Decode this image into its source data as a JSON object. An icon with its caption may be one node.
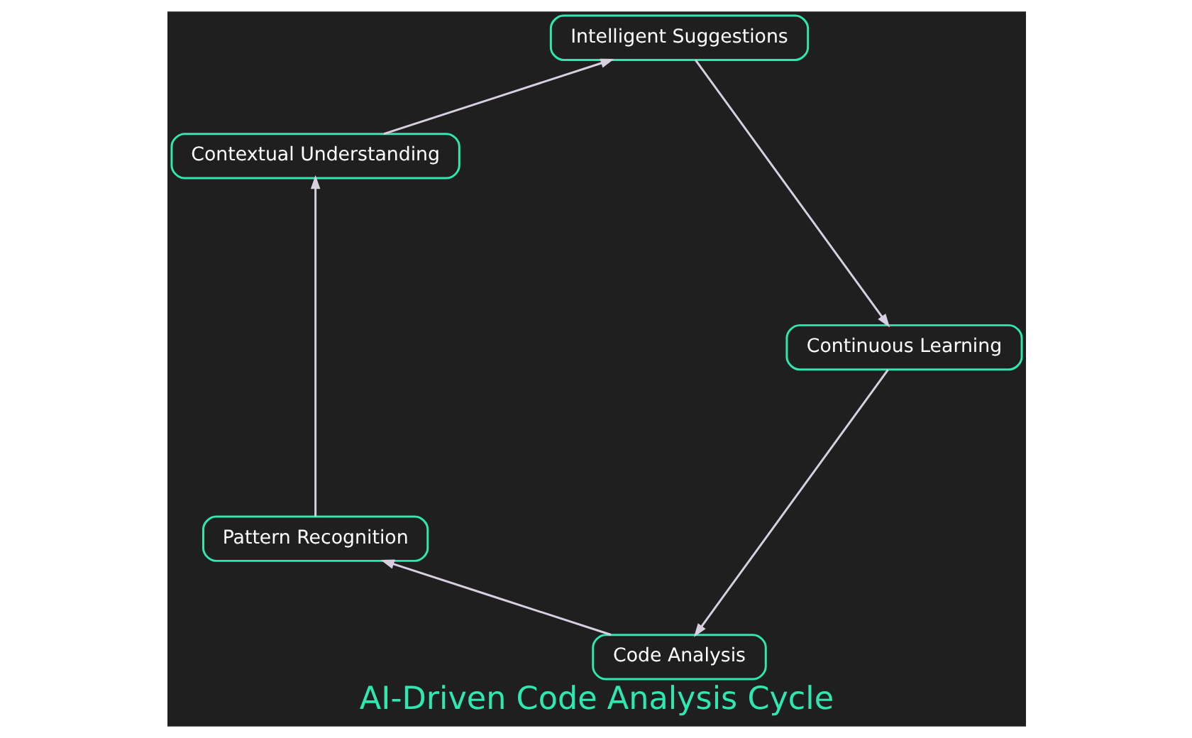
{
  "diagram": {
    "title": "AI-Driven Code Analysis Cycle",
    "nodes": [
      {
        "text": [
          "Code Analysis"
        ]
      },
      {
        "text": [
          "Pattern Recognition"
        ]
      },
      {
        "text": [
          "Contextual Understanding"
        ]
      },
      {
        "text": [
          "Intelligent Suggestions"
        ]
      },
      {
        "text": [
          "Continuous Learning"
        ]
      }
    ],
    "edges": [
      {
        "from": 0,
        "to": 1,
        "arrow": "to"
      },
      {
        "from": 1,
        "to": 2,
        "arrow": "to"
      },
      {
        "from": 2,
        "to": 3,
        "arrow": "to"
      },
      {
        "from": 3,
        "to": 4,
        "arrow": "to"
      },
      {
        "from": 4,
        "to": 0,
        "arrow": "to"
      }
    ]
  }
}
